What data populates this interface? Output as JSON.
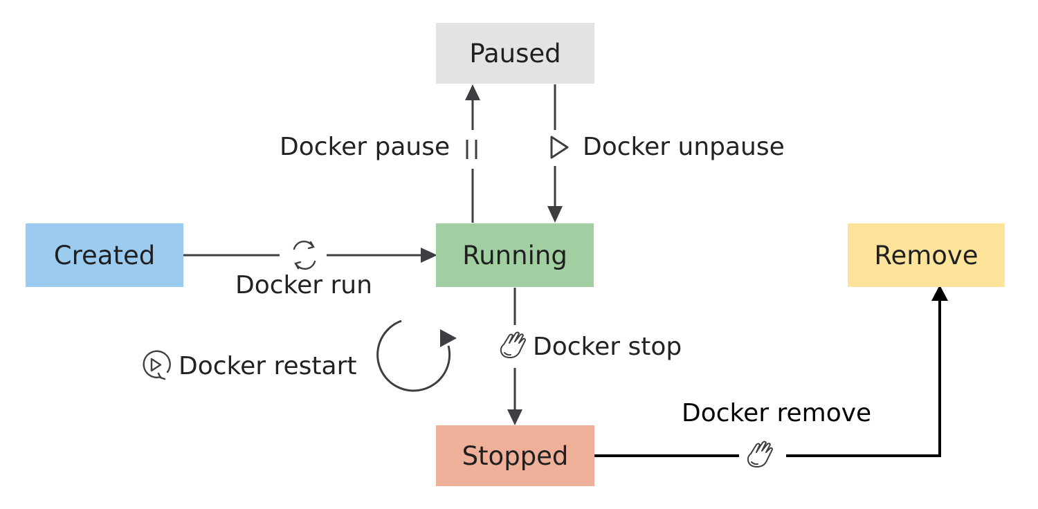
{
  "states": {
    "paused": "Paused",
    "created": "Created",
    "running": "Running",
    "remove": "Remove",
    "stopped": "Stopped"
  },
  "transitions": {
    "pause": "Docker pause",
    "unpause": "Docker unpause",
    "run": "Docker run",
    "restart": "Docker restart",
    "stop": "Docker stop",
    "remove": "Docker remove"
  },
  "colors": {
    "paused": "#e3e3e3",
    "created": "#9ccbf0",
    "running": "#a2cfa1",
    "remove": "#fde49a",
    "stopped": "#efb099",
    "line": "#3d3d42"
  },
  "icons": {
    "pause": "pause-icon",
    "unpause": "play-icon",
    "run": "cycle-icon",
    "restart": "restart-icon",
    "stop": "hand-icon",
    "remove": "hand-icon"
  }
}
